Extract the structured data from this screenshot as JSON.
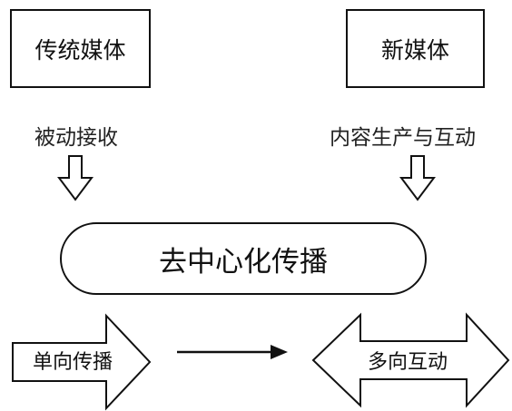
{
  "diagram": {
    "traditional_media": "传统媒体",
    "new_media": "新媒体",
    "passive_reception": "被动接收",
    "content_production_interaction": "内容生产与互动",
    "decentralized_dissemination": "去中心化传播",
    "one_way_dissemination": "单向传播",
    "multi_way_interaction": "多向互动"
  }
}
